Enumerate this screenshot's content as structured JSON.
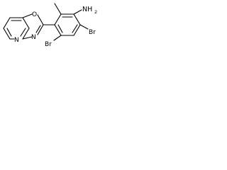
{
  "molecule": {
    "atoms": {
      "pyridine_n": "N",
      "oxazole_o": "O",
      "oxazole_n": "N",
      "amine_main": "NH",
      "amine_sub": "2",
      "br_top": "Br",
      "br_bottom": "Br"
    }
  }
}
